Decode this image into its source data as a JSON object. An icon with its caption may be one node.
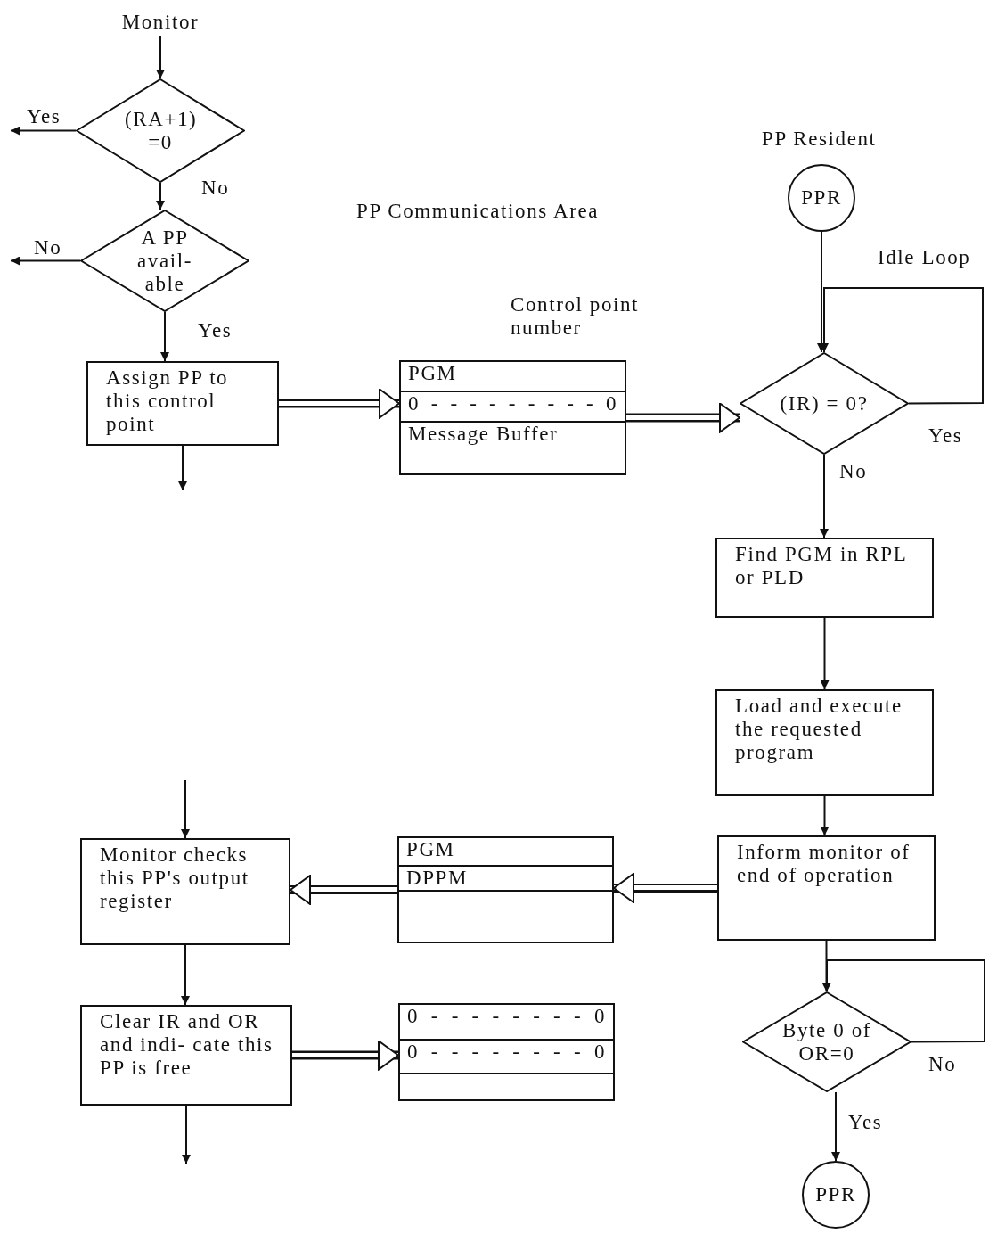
{
  "diagram": {
    "nodes": [
      {
        "text": [
          "Monitor"
        ]
      },
      {
        "text": [
          "(RA+1) =0"
        ]
      },
      {
        "text": [
          "A PP avail- able"
        ]
      },
      {
        "text": [
          "Assign PP to this control point"
        ]
      },
      {
        "text": [
          "PGM",
          "0 - - - - - - - - - 0",
          "Message Buffer"
        ]
      },
      {
        "text": [
          "PPR"
        ],
        "beside": [
          "PP Resident"
        ]
      },
      {
        "text": [
          "(IR) = 0?"
        ]
      },
      {
        "text": [
          "Find PGM in RPL or PLD"
        ]
      },
      {
        "text": [
          "Load and execute the requested program"
        ]
      },
      {
        "text": [
          "Inform monitor of end of operation"
        ]
      },
      {
        "text": [
          "PGM",
          "DPPM"
        ]
      },
      {
        "text": [
          "Monitor checks this PP's output register"
        ]
      },
      {
        "text": [
          "Clear IR and OR and indi- cate this PP is free"
        ]
      },
      {
        "text": [
          "0 - - - - - - - - 0",
          "0 - - - - - - - - 0"
        ]
      },
      {
        "text": [
          "Byte 0 of OR=0"
        ]
      },
      {
        "text": [
          "PPR"
        ]
      }
    ],
    "edges": [
      {
        "from": 0,
        "to": 1,
        "arrow": "to"
      },
      {
        "from": 1,
        "to": null,
        "arrow": "to",
        "label": "Yes"
      },
      {
        "from": 1,
        "to": 2,
        "arrow": "to",
        "label": "No"
      },
      {
        "from": 2,
        "to": null,
        "arrow": "to",
        "label": "No"
      },
      {
        "from": 2,
        "to": 3,
        "arrow": "to",
        "label": "Yes"
      },
      {
        "from": 3,
        "to": null,
        "arrow": "to"
      },
      {
        "from": 3,
        "to": 4,
        "arrow": "to",
        "style": "thick"
      },
      {
        "from": 4,
        "to": 6,
        "arrow": "to",
        "style": "thick"
      },
      {
        "from": 5,
        "to": 6,
        "arrow": "to"
      },
      {
        "from": 6,
        "to": 6,
        "arrow": "to",
        "label": "Yes"
      },
      {
        "from": 6,
        "to": 7,
        "arrow": "to",
        "label": "No"
      },
      {
        "from": 7,
        "to": 8,
        "arrow": "to"
      },
      {
        "from": 8,
        "to": 9,
        "arrow": "to"
      },
      {
        "from": 9,
        "to": 10,
        "arrow": "to",
        "style": "thick"
      },
      {
        "from": 10,
        "to": 11,
        "arrow": "to",
        "style": "thick"
      },
      {
        "from": null,
        "to": 11,
        "arrow": "to"
      },
      {
        "from": 11,
        "to": 12,
        "arrow": "to"
      },
      {
        "from": 12,
        "to": 13,
        "arrow": "to",
        "style": "thick"
      },
      {
        "from": 12,
        "to": null,
        "arrow": "to"
      },
      {
        "from": 9,
        "to": 14,
        "arrow": "to"
      },
      {
        "from": 14,
        "to": 14,
        "arrow": "to",
        "label": "No"
      },
      {
        "from": 14,
        "to": 15,
        "arrow": "to",
        "label": "Yes"
      }
    ],
    "labels": [
      "PP Communications Area",
      "Control point number",
      "Idle Loop"
    ]
  }
}
